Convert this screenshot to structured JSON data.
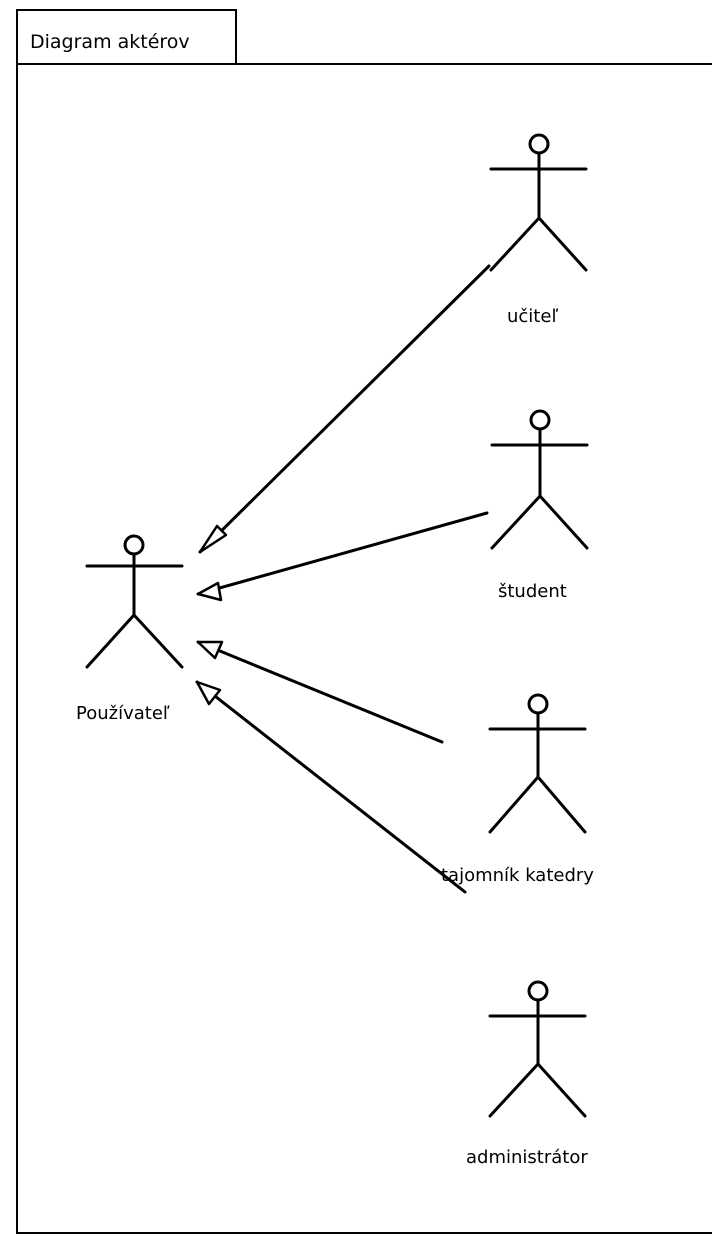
{
  "diagram": {
    "frame_title": "Diagram aktérov",
    "actors": {
      "user": "Používateľ",
      "teacher": "učiteľ",
      "student": "študent",
      "secretary": "tajomník katedry",
      "admin": "administrátor"
    }
  }
}
